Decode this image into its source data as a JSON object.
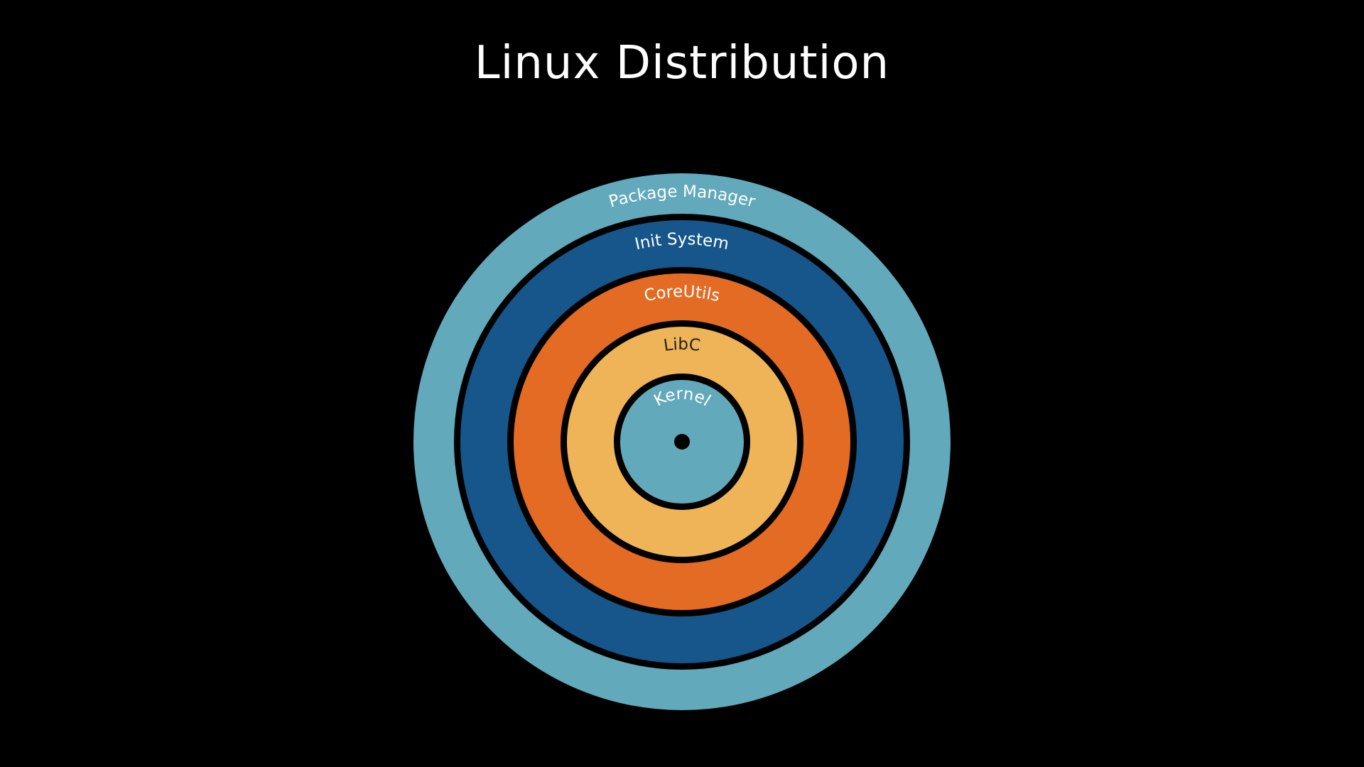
{
  "title": "Linux Distribution",
  "colors": {
    "background": "#000000",
    "border": "#000000",
    "title": "#ffffff",
    "center_dot": "#000000"
  },
  "layers": [
    {
      "name": "package-manager",
      "label": "Package Manager",
      "color": "#62a9bb",
      "label_color": "#ffffff"
    },
    {
      "name": "init-system",
      "label": "Init System",
      "color": "#16568b",
      "label_color": "#ffffff"
    },
    {
      "name": "coreutils",
      "label": "CoreUtils",
      "color": "#e46b24",
      "label_color": "#ffffff"
    },
    {
      "name": "libc",
      "label": "LibC",
      "color": "#efb458",
      "label_color": "#222222"
    },
    {
      "name": "kernel",
      "label": "Kernel",
      "color": "#62a9bb",
      "label_color": "#ffffff"
    }
  ]
}
